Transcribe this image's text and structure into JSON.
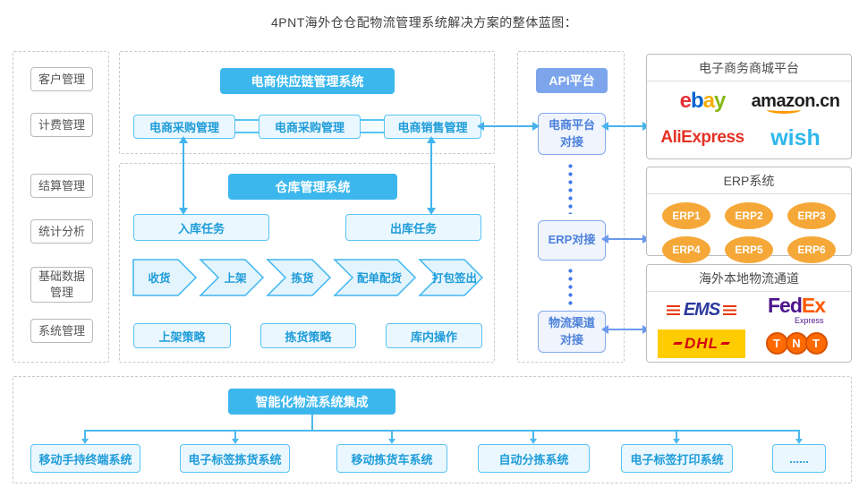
{
  "title": "4PNT海外仓仓配物流管理系统解决方案的整体蓝图：",
  "colors": {
    "accent_sky": "#3bb7ed",
    "accent_api_blue": "#7ca5ec",
    "node_border_sky": "#59c4f4",
    "node_text_sky": "#1e9cd9",
    "node_text_blue": "#4c80da",
    "erp_orange": "#f5a838"
  },
  "sidebar": {
    "items": [
      "客户管理",
      "计费管理",
      "结算管理",
      "统计分析",
      "基础数据管理",
      "系统管理"
    ]
  },
  "supply_chain": {
    "header": "电商供应链管理系统",
    "modules": [
      "电商采购管理",
      "电商采购管理",
      "电商销售管理"
    ]
  },
  "warehouse": {
    "header": "仓库管理系统",
    "tasks": [
      "入库任务",
      "出库任务"
    ],
    "flow": [
      "收货",
      "上架",
      "拣货",
      "配单配货",
      "打包签出"
    ],
    "strategies": [
      "上架策略",
      "拣货策略",
      "库内操作"
    ]
  },
  "api": {
    "header": "API平台",
    "nodes": [
      "电商平台对接",
      "ERP对接",
      "物流渠道对接"
    ]
  },
  "ecommerce": {
    "header": "电子商务商城平台",
    "ebay": [
      "e",
      "b",
      "a",
      "y"
    ],
    "amazon": "amazon",
    "amazon_suffix": ".cn",
    "aliexpress": "AliExpress",
    "wish": "wish"
  },
  "erp": {
    "header": "ERP系统",
    "items": [
      "ERP1",
      "ERP2",
      "ERP3",
      "ERP4",
      "ERP5",
      "ERP6"
    ]
  },
  "logistics": {
    "header": "海外本地物流通道",
    "ems": "EMS",
    "fedex_fed": "Fed",
    "fedex_ex": "Ex",
    "fedex_sub": "Express",
    "dhl": "DHL",
    "tnt": [
      "T",
      "N",
      "T"
    ]
  },
  "integration": {
    "header": "智能化物流系统集成",
    "systems": [
      "移动手持终端系统",
      "电子标签拣货系统",
      "移动拣货车系统",
      "自动分拣系统",
      "电子标签打印系统",
      "......"
    ]
  }
}
